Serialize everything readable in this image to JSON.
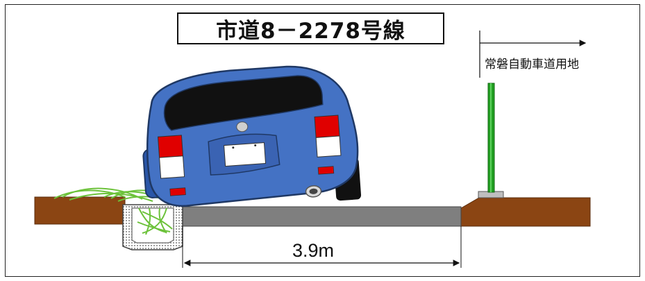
{
  "title": "市道8－2278号線",
  "land_label": "常磐自動車道用地",
  "road_width_label": "3.9m",
  "colors": {
    "car_body": "#4472C4",
    "car_outline": "#1F3864",
    "soil": "#8B4513",
    "road": "#7F7F7F",
    "fence_post": "#22A022",
    "grass": "#7DCB3A"
  },
  "icons": [
    "car-icon",
    "grass-icon",
    "fence-post-icon",
    "arrow-right-icon"
  ]
}
